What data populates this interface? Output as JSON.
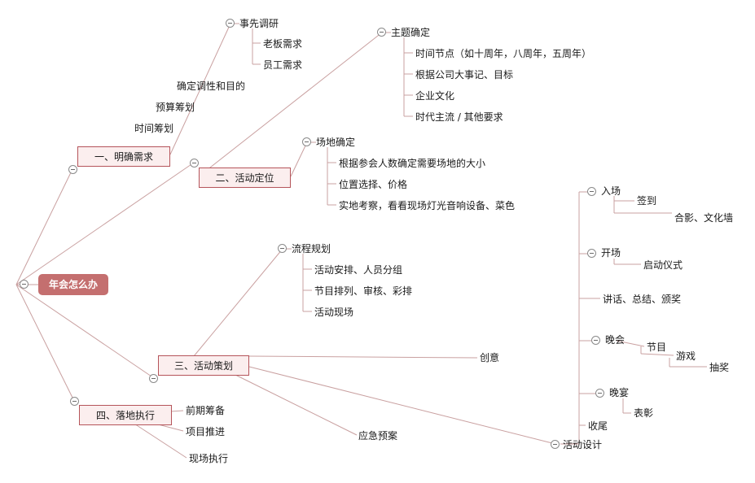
{
  "root": "年会怎么办",
  "branches": {
    "b1": {
      "label": "一、明确需求",
      "survey": "事先调研",
      "boss": "老板需求",
      "staff": "员工需求",
      "tone": "确定调性和目的",
      "budget": "预算筹划",
      "time": "时间筹划"
    },
    "b2": {
      "label": "二、活动定位",
      "theme": "主题确定",
      "theme_items": [
        "时间节点（如十周年，八周年，五周年）",
        "根据公司大事记、目标",
        "企业文化",
        "时代主流 / 其他要求"
      ],
      "venue": "场地确定",
      "venue_items": [
        "根据参会人数确定需要场地的大小",
        "位置选择、价格",
        "实地考察，看看现场灯光音响设备、菜色"
      ]
    },
    "b3": {
      "label": "三、活动策划",
      "flow": "流程规划",
      "flow_items": [
        "活动安排、人员分组",
        "节目排列、审核、彩排",
        "活动现场"
      ],
      "idea": "创意",
      "emergency": "应急预案",
      "design": "活动设计",
      "entry": "入场",
      "signin": "签到",
      "photo": "合影、文化墙",
      "opening": "开场",
      "ceremony": "启动仪式",
      "speech": "讲话、总结、颁奖",
      "gala": "晚会",
      "program": "节目",
      "game": "游戏",
      "lottery": "抽奖",
      "banquet": "晚宴",
      "praise": "表彰",
      "ending": "收尾"
    },
    "b4": {
      "label": "四、落地执行",
      "prep": "前期筹备",
      "progress": "项目推进",
      "onsite": "现场执行"
    }
  },
  "colors": {
    "line": "#c9a0a0",
    "box_border": "#b5545a",
    "box_fill": "#fbeeee",
    "root_fill": "#c46f6f"
  }
}
